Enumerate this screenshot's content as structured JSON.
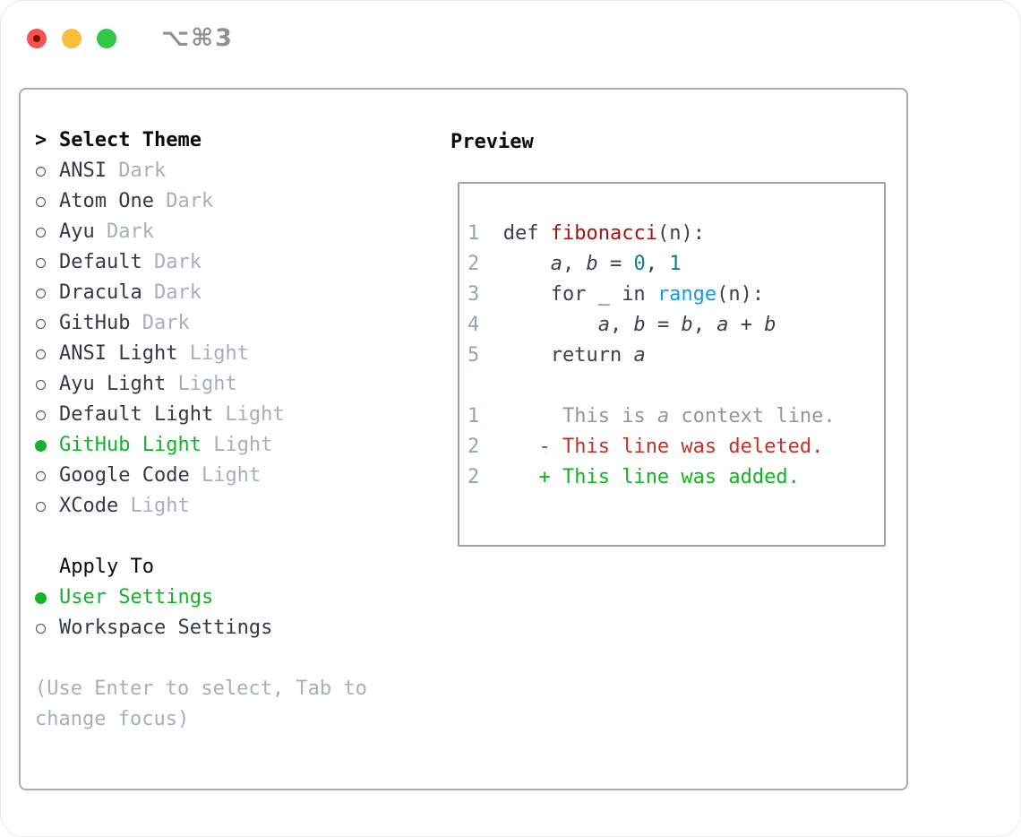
{
  "window": {
    "title": "⌥⌘3",
    "traffic_lights": [
      "close",
      "minimize",
      "zoom"
    ]
  },
  "colors": {
    "selected_green": "#15b32b",
    "panel_border": "#a6aeb8",
    "muted_gray": "#a6b0bc",
    "text_dark": "#343b42",
    "diff_deleted_red": "#c23325",
    "diff_added_green": "#13b41f",
    "function_red": "#a31515",
    "number_teal": "#0e7f84",
    "builtin_blue": "#189bd6"
  },
  "theme_list": {
    "prompt": ">",
    "header": "Select Theme",
    "items": [
      {
        "name": "ANSI",
        "variant": "Dark",
        "selected": false
      },
      {
        "name": "Atom One",
        "variant": "Dark",
        "selected": false
      },
      {
        "name": "Ayu",
        "variant": "Dark",
        "selected": false
      },
      {
        "name": "Default",
        "variant": "Dark",
        "selected": false
      },
      {
        "name": "Dracula",
        "variant": "Dark",
        "selected": false
      },
      {
        "name": "GitHub",
        "variant": "Dark",
        "selected": false
      },
      {
        "name": "ANSI Light",
        "variant": "Light",
        "selected": false
      },
      {
        "name": "Ayu Light",
        "variant": "Light",
        "selected": false
      },
      {
        "name": "Default Light",
        "variant": "Light",
        "selected": false
      },
      {
        "name": "GitHub Light",
        "variant": "Light",
        "selected": true
      },
      {
        "name": "Google Code",
        "variant": "Light",
        "selected": false
      },
      {
        "name": "XCode",
        "variant": "Light",
        "selected": false
      }
    ]
  },
  "apply_to": {
    "header": "Apply To",
    "options": [
      {
        "label": "User Settings",
        "selected": true
      },
      {
        "label": "Workspace Settings",
        "selected": false
      }
    ]
  },
  "hint": "(Use Enter to select, Tab to change focus)",
  "preview": {
    "header": "Preview",
    "lines": [
      [
        {
          "t": "1",
          "c": "lnum"
        },
        {
          "t": "  def ",
          "c": "pln"
        },
        {
          "t": "fibonacci",
          "c": "fn"
        },
        {
          "t": "(n):",
          "c": "pln"
        }
      ],
      [
        {
          "t": "2",
          "c": "lnum"
        },
        {
          "t": "      ",
          "c": "pln"
        },
        {
          "t": "a",
          "c": "var"
        },
        {
          "t": ", ",
          "c": "pln"
        },
        {
          "t": "b",
          "c": "var"
        },
        {
          "t": " = ",
          "c": "pln"
        },
        {
          "t": "0",
          "c": "numlit"
        },
        {
          "t": ", ",
          "c": "pln"
        },
        {
          "t": "1",
          "c": "numlit"
        }
      ],
      [
        {
          "t": "3",
          "c": "lnum"
        },
        {
          "t": "      for _ in ",
          "c": "pln"
        },
        {
          "t": "range",
          "c": "builtin"
        },
        {
          "t": "(n):",
          "c": "pln"
        }
      ],
      [
        {
          "t": "4",
          "c": "lnum"
        },
        {
          "t": "          ",
          "c": "pln"
        },
        {
          "t": "a",
          "c": "var"
        },
        {
          "t": ", ",
          "c": "pln"
        },
        {
          "t": "b",
          "c": "var"
        },
        {
          "t": " = ",
          "c": "pln"
        },
        {
          "t": "b",
          "c": "var"
        },
        {
          "t": ", ",
          "c": "pln"
        },
        {
          "t": "a",
          "c": "var"
        },
        {
          "t": " + ",
          "c": "pln"
        },
        {
          "t": "b",
          "c": "var"
        }
      ],
      [
        {
          "t": "5",
          "c": "lnum"
        },
        {
          "t": "      return ",
          "c": "pln"
        },
        {
          "t": "a",
          "c": "var"
        }
      ],
      [],
      [
        {
          "t": "1",
          "c": "lnum"
        },
        {
          "t": "       ",
          "c": "pln"
        },
        {
          "t": "This is ",
          "c": "ctx"
        },
        {
          "t": "a",
          "c": "ctxi"
        },
        {
          "t": " context line.",
          "c": "ctx"
        }
      ],
      [
        {
          "t": "2",
          "c": "lnum"
        },
        {
          "t": "     ",
          "c": "pln"
        },
        {
          "t": "- This line was deleted.",
          "c": "del"
        }
      ],
      [
        {
          "t": "2",
          "c": "lnum"
        },
        {
          "t": "     ",
          "c": "pln"
        },
        {
          "t": "+ This line was added.",
          "c": "add"
        }
      ]
    ]
  }
}
